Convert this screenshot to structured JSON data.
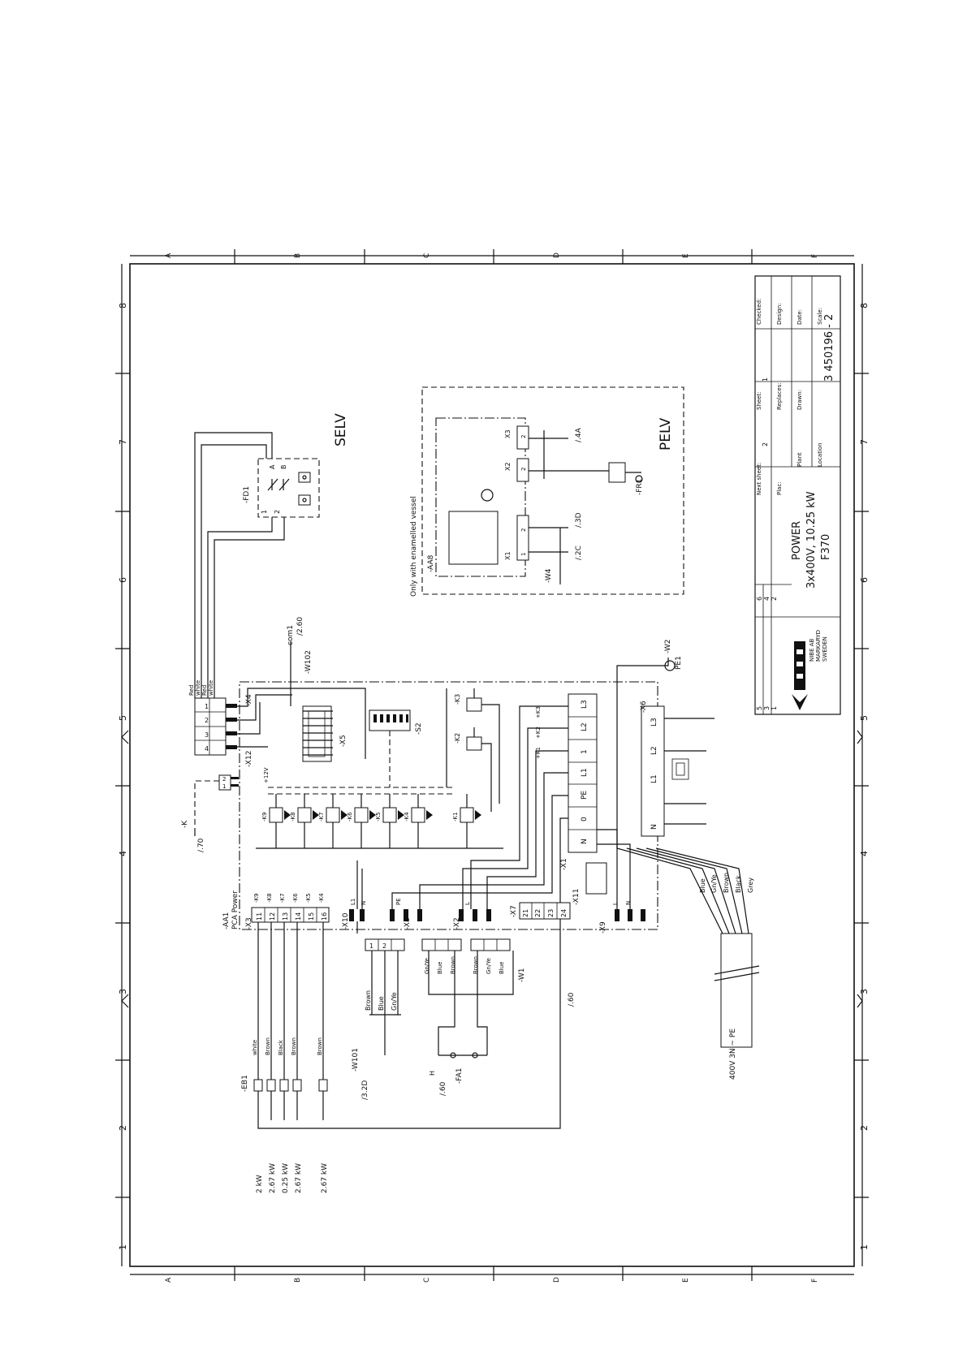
{
  "frame": {
    "rows": [
      "A",
      "B",
      "C",
      "D",
      "E",
      "F"
    ],
    "cols": [
      "8",
      "7",
      "6",
      "5",
      "4",
      "3",
      "2",
      "1"
    ]
  },
  "selv": {
    "label": "SELV",
    "fd1": "-FD1",
    "a": "A",
    "b": "B",
    "p1": "1",
    "p2": "2"
  },
  "pelv": {
    "label": "PELV",
    "aa8": "-AA8",
    "note": "Only with enamelled vessel",
    "x1": "X1",
    "x2": "X2",
    "x3": "X3",
    "w4": "-W4",
    "fr1": "-FR1",
    "ref2c": "/.2C",
    "ref3d": "/.3D",
    "ref4a": "/.4A",
    "p1": "1",
    "p2": "2"
  },
  "x4": {
    "label": "-X4",
    "pins": [
      "4",
      "3",
      "2",
      "1"
    ],
    "wires": [
      "Red",
      "white",
      "Red",
      "white"
    ]
  },
  "x12": {
    "label": "-X12",
    "pins": [
      "2",
      "1"
    ]
  },
  "x5": {
    "label": "-X5"
  },
  "s2": {
    "label": "-S2"
  },
  "com": {
    "label": "com1",
    "ref": "/2.60",
    "w102": "-W102"
  },
  "relays": {
    "main": [
      "-K9",
      "-K8",
      "-K7",
      "-K6",
      "-K5",
      "-K4",
      "-K1"
    ],
    "top": [
      "-K2",
      "-K3"
    ],
    "plus12": "+12V",
    "k": "-K",
    "kref": "/.70"
  },
  "x3": {
    "board1": "-AA1",
    "board2": "PCA Power",
    "label": "-X3",
    "pins": [
      "11",
      "12",
      "13",
      "14",
      "15",
      "16"
    ],
    "knames": [
      "-K9",
      "-K8",
      "-K7",
      "-K6",
      "-K5",
      "-K4"
    ]
  },
  "terminals": {
    "x10": "-X10",
    "x8": "-X8",
    "x2": "-X2",
    "x7": "-X7",
    "x9": "-X9",
    "x11": "-X11",
    "x7pins": [
      "21",
      "22",
      "23",
      "24"
    ],
    "lnpe": [
      "L1",
      "N",
      "PE",
      "L",
      "N"
    ]
  },
  "x1": {
    "label": "-X1",
    "terms": [
      "N",
      "0",
      "PE",
      "L1",
      "1",
      "L2",
      "L3"
    ],
    "kref": [
      "+K1",
      "+K2",
      "+K3"
    ]
  },
  "x6": {
    "label": "-X6",
    "terms": [
      "N",
      "L1",
      "L2",
      "L3"
    ]
  },
  "w2": {
    "label": "-W2",
    "pe": "PE1"
  },
  "supply": {
    "wires": [
      "Blue",
      "Gn/Ye",
      "Brown",
      "Black",
      "Grey"
    ],
    "label": "400V 3N ~ PE"
  },
  "eb1": {
    "label": "-EB1",
    "wires": [
      "white",
      "Brown",
      "Black",
      "Brown",
      "Brown"
    ],
    "powers": [
      "2 kW",
      "2.67 kW",
      "0.25 kW",
      "2.67 kW",
      "2.67 kW"
    ]
  },
  "w101": {
    "label": "-W101",
    "wires": [
      "Brown",
      "Blue",
      "Gn/Ye"
    ],
    "ref": "/3.2D"
  },
  "fa1": {
    "label": "-FA1",
    "ref": "/.60",
    "h": "H"
  },
  "w1": {
    "label": "-W1",
    "ref": "/.60",
    "wires": [
      "Gn/Ye",
      "Blue",
      "Brown",
      "Brown",
      "Gn/Ye",
      "Blue"
    ]
  },
  "titleblock": {
    "checked": "Checked:",
    "design": "Design:",
    "scale": "Scale:",
    "sheet": "Sheet:",
    "sheet_val": "1",
    "replaces": "Replaces:",
    "date": "Date:",
    "next_sheet": "Next sheet:",
    "next_sheet_val": "2",
    "plac": "Plac:",
    "plant": "Plant",
    "drawn": "Drawn:",
    "location": "Location",
    "title1": "POWER",
    "title2": "3x400V, 10.25 kW",
    "title3": "F370",
    "docno": "3   450196 - 2",
    "rev": [
      "6",
      "4",
      "2",
      "5",
      "3",
      "1"
    ],
    "logo": "NIBE",
    "company": [
      "NIBE AB",
      "MARKARYD",
      "SWEDEN"
    ]
  }
}
